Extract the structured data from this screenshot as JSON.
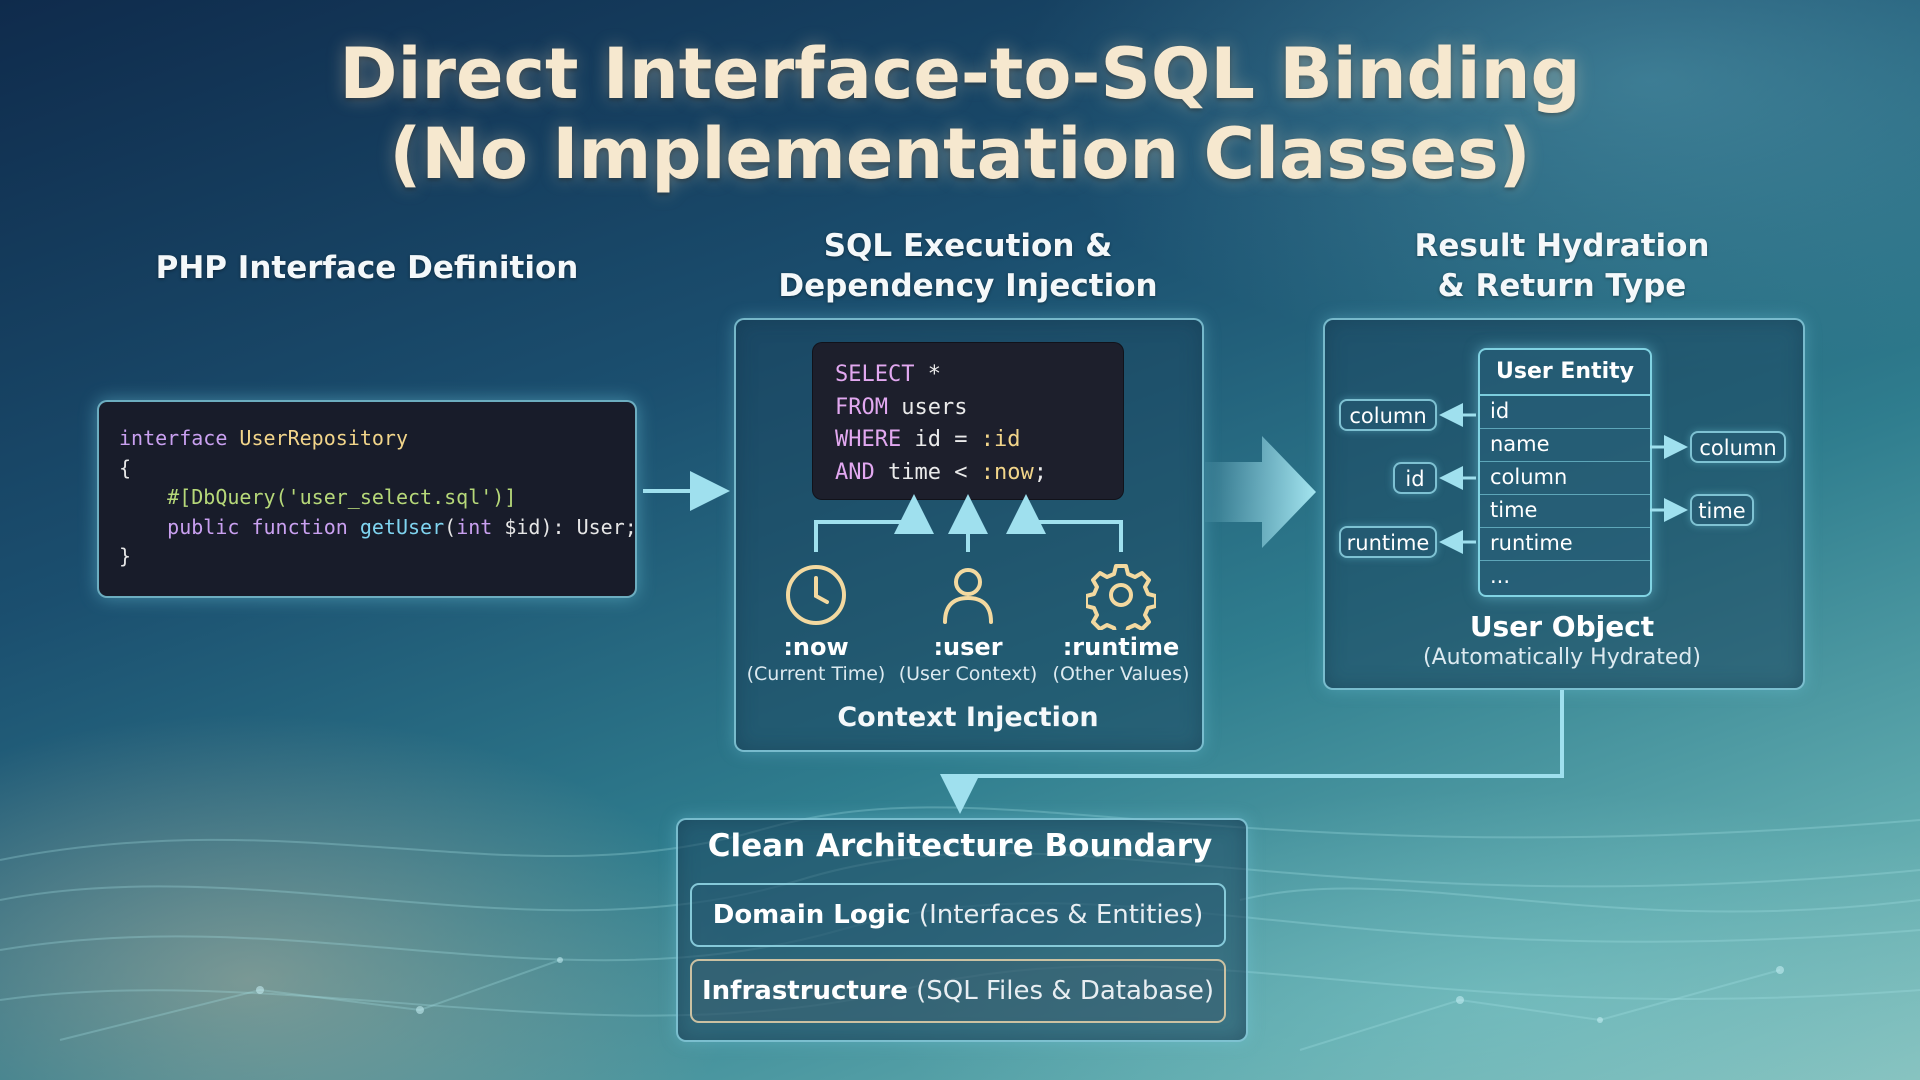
{
  "title": {
    "line1": "Direct Interface-to-SQL Binding",
    "line2": "(No Implementation Classes)"
  },
  "php_section": {
    "heading": "PHP Interface Definition",
    "code": {
      "line1_kw": "interface",
      "line1_name": "UserRepository",
      "line2": "{",
      "line3_attr": "#[DbQuery('user_select.sql')]",
      "line4_kw1": "public",
      "line4_kw2": "function",
      "line4_fn": "getUser",
      "line4_open": "(",
      "line4_type": "int",
      "line4_rest": " $id): User;",
      "line5": "}"
    }
  },
  "sql_section": {
    "heading_line1": "SQL Execution &",
    "heading_line2": "Dependency Injection",
    "sql": {
      "l1_kw": "SELECT",
      "l1_rest": " *",
      "l2_kw": "FROM",
      "l2_rest": " users",
      "l3_kw": "WHERE",
      "l3_mid": " id = ",
      "l3_param": ":id",
      "l4_kw": "AND",
      "l4_mid": " time < ",
      "l4_param": ":now",
      "l4_end": ";"
    },
    "context_items": [
      {
        "icon": "clock-icon",
        "label": ":now",
        "sub": "(Current Time)"
      },
      {
        "icon": "user-icon",
        "label": ":user",
        "sub": "(User Context)"
      },
      {
        "icon": "gear-icon",
        "label": ":runtime",
        "sub": "(Other Values)"
      }
    ],
    "footer": "Context Injection"
  },
  "result_section": {
    "heading_line1": "Result Hydration",
    "heading_line2": "& Return Type",
    "entity_title": "User Entity",
    "entity_rows": [
      "id",
      "name",
      "column",
      "time",
      "runtime",
      "..."
    ],
    "left_pills": [
      "column",
      "id",
      "runtime"
    ],
    "right_pills": [
      "column",
      "time"
    ],
    "object_title": "User Object",
    "object_sub": "(Automatically Hydrated)"
  },
  "architecture": {
    "title": "Clean Architecture Boundary",
    "domain_bold": "Domain Logic",
    "domain_light": " (Interfaces & Entities)",
    "infra_bold": "Infrastructure",
    "infra_light": " (SQL Files & Database)"
  },
  "colors": {
    "accent": "#8fd8ea",
    "title": "#f6e8cf",
    "code_bg": "#181c2a",
    "keyword": "#c9a0f0",
    "type": "#f2d58a",
    "attribute": "#b6d879",
    "function": "#7fd4f0",
    "icon_gold": "#f3d9a0"
  }
}
